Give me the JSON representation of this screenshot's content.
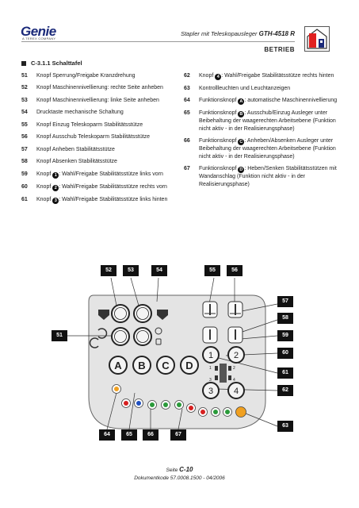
{
  "header": {
    "logo": "Genie",
    "logo_sub": "A TEREX COMPANY",
    "title_prefix": "Stapler mit Teleskopausleger",
    "model": "GTH-4518 R",
    "section": "BETRIEB"
  },
  "heading": "C-3.1.1 Schalttafel",
  "items_left": [
    {
      "num": "51",
      "text": "Knopf Sperrung/Freigabe Kranzdrehung"
    },
    {
      "num": "52",
      "text": "Knopf Maschinennivellierung: rechte Seite anheben"
    },
    {
      "num": "53",
      "text": "Knopf Maschinennivellierung: linke Seite anheben"
    },
    {
      "num": "54",
      "text": "Drucktaste mechanische Schaltung"
    },
    {
      "num": "55",
      "text": "Knopf Einzug Teleskoparm Stabilitätsstütze"
    },
    {
      "num": "56",
      "text": "Knopf Ausschub Teleskoparm Stabilitätsstütze"
    },
    {
      "num": "57",
      "text": "Knopf Anheben Stabilitätsstütze"
    },
    {
      "num": "58",
      "text": "Knopf Absenken Stabilitätsstütze"
    },
    {
      "num": "59",
      "pre": "Knopf ",
      "badge": "1",
      "text": ": Wahl/Freigabe Stabilitätsstütze links vorn"
    },
    {
      "num": "60",
      "pre": "Knopf ",
      "badge": "2",
      "text": ": Wahl/Freigabe Stabilitätsstütze rechts vorn"
    },
    {
      "num": "61",
      "pre": "Knopf ",
      "badge": "3",
      "text": ": Wahl/Freigabe Stabilitätsstütze links hinten"
    }
  ],
  "items_right": [
    {
      "num": "62",
      "pre": "Knopf ",
      "badge": "4",
      "text": ": Wahl/Freigabe Stabilitätsstütze rechts hinten"
    },
    {
      "num": "63",
      "text": "Kontrollleuchten und Leuchtanzeigen"
    },
    {
      "num": "64",
      "pre": "Funktionsknopf ",
      "badge": "A",
      "text": ": automatische Maschinennivellierung"
    },
    {
      "num": "65",
      "pre": "Funktionsknopf ",
      "badge": "B",
      "text": ": Ausschub/Einzug Ausleger unter Beibehaltung der waagerechten Arbeitsebene (Funktion nicht aktiv - in der Realisierungsphase)"
    },
    {
      "num": "66",
      "pre": "Funktionsknopf ",
      "badge": "C",
      "text": ": Anheben/Absenken Ausleger unter Beibehaltung der waagerechten Arbeitsebene (Funktion nicht aktiv - in der Realisierungsphase)"
    },
    {
      "num": "67",
      "pre": "Funktionsknopf ",
      "badge": "D",
      "text": ": Heben/Senken Stabilitätsstützen mit Wandanschlag (Funktion nicht aktiv - in der Realisierungsphase)"
    }
  ],
  "panel": {
    "big_letters": [
      "A",
      "B",
      "C",
      "D"
    ],
    "numbered_buttons": [
      "1",
      "2",
      "3",
      "4"
    ],
    "mini_labels": [
      "1",
      "2",
      "3",
      "4"
    ]
  },
  "callouts": {
    "c51": "51",
    "c52": "52",
    "c53": "53",
    "c54": "54",
    "c55": "55",
    "c56": "56",
    "c57": "57",
    "c58": "58",
    "c59": "59",
    "c60": "60",
    "c61": "61",
    "c62": "62",
    "c63": "63",
    "c64": "64",
    "c65": "65",
    "c66": "66",
    "c67": "67"
  },
  "footer": {
    "page_prefix": "Seite",
    "page": "C-10",
    "doc": "Dokumentkode 57.0008.1500 - 04/2006"
  },
  "colors": {
    "logo_blue": "#1b2a7a",
    "panel_bg": "#e4e4e4",
    "orange": "#f0a020",
    "red": "#d62020",
    "green": "#2a9a3a",
    "blue": "#2050c0"
  }
}
